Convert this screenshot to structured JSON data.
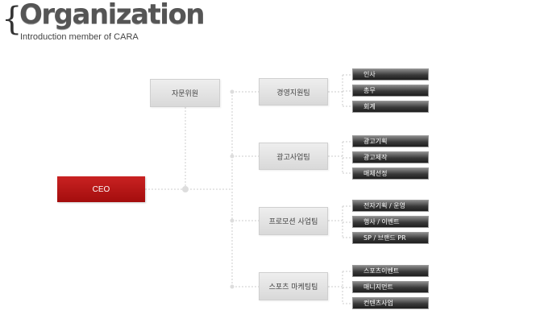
{
  "header": {
    "brace": "{",
    "title": "Organization",
    "subtitle": "Introduction member of CARA"
  },
  "org": {
    "ceo": "CEO",
    "advisory": "자문위원",
    "teams": [
      {
        "name": "경영지원팀",
        "units": [
          "인사",
          "총무",
          "회계"
        ]
      },
      {
        "name": "광고사업팀",
        "units": [
          "광고기획",
          "광고제작",
          "매체선정"
        ]
      },
      {
        "name": "프로모션 사업팀",
        "units": [
          "전자기획 / 운영",
          "행사 / 이벤트",
          "SP / 브랜드 PR"
        ]
      },
      {
        "name": "스포츠 마케팅팀",
        "units": [
          "스포츠이벤트",
          "매니지먼트",
          "컨텐츠사업"
        ]
      }
    ]
  },
  "colors": {
    "ceo": "#b31515",
    "unit_dark": "#2a2a2a",
    "connector": "#cccccc"
  }
}
